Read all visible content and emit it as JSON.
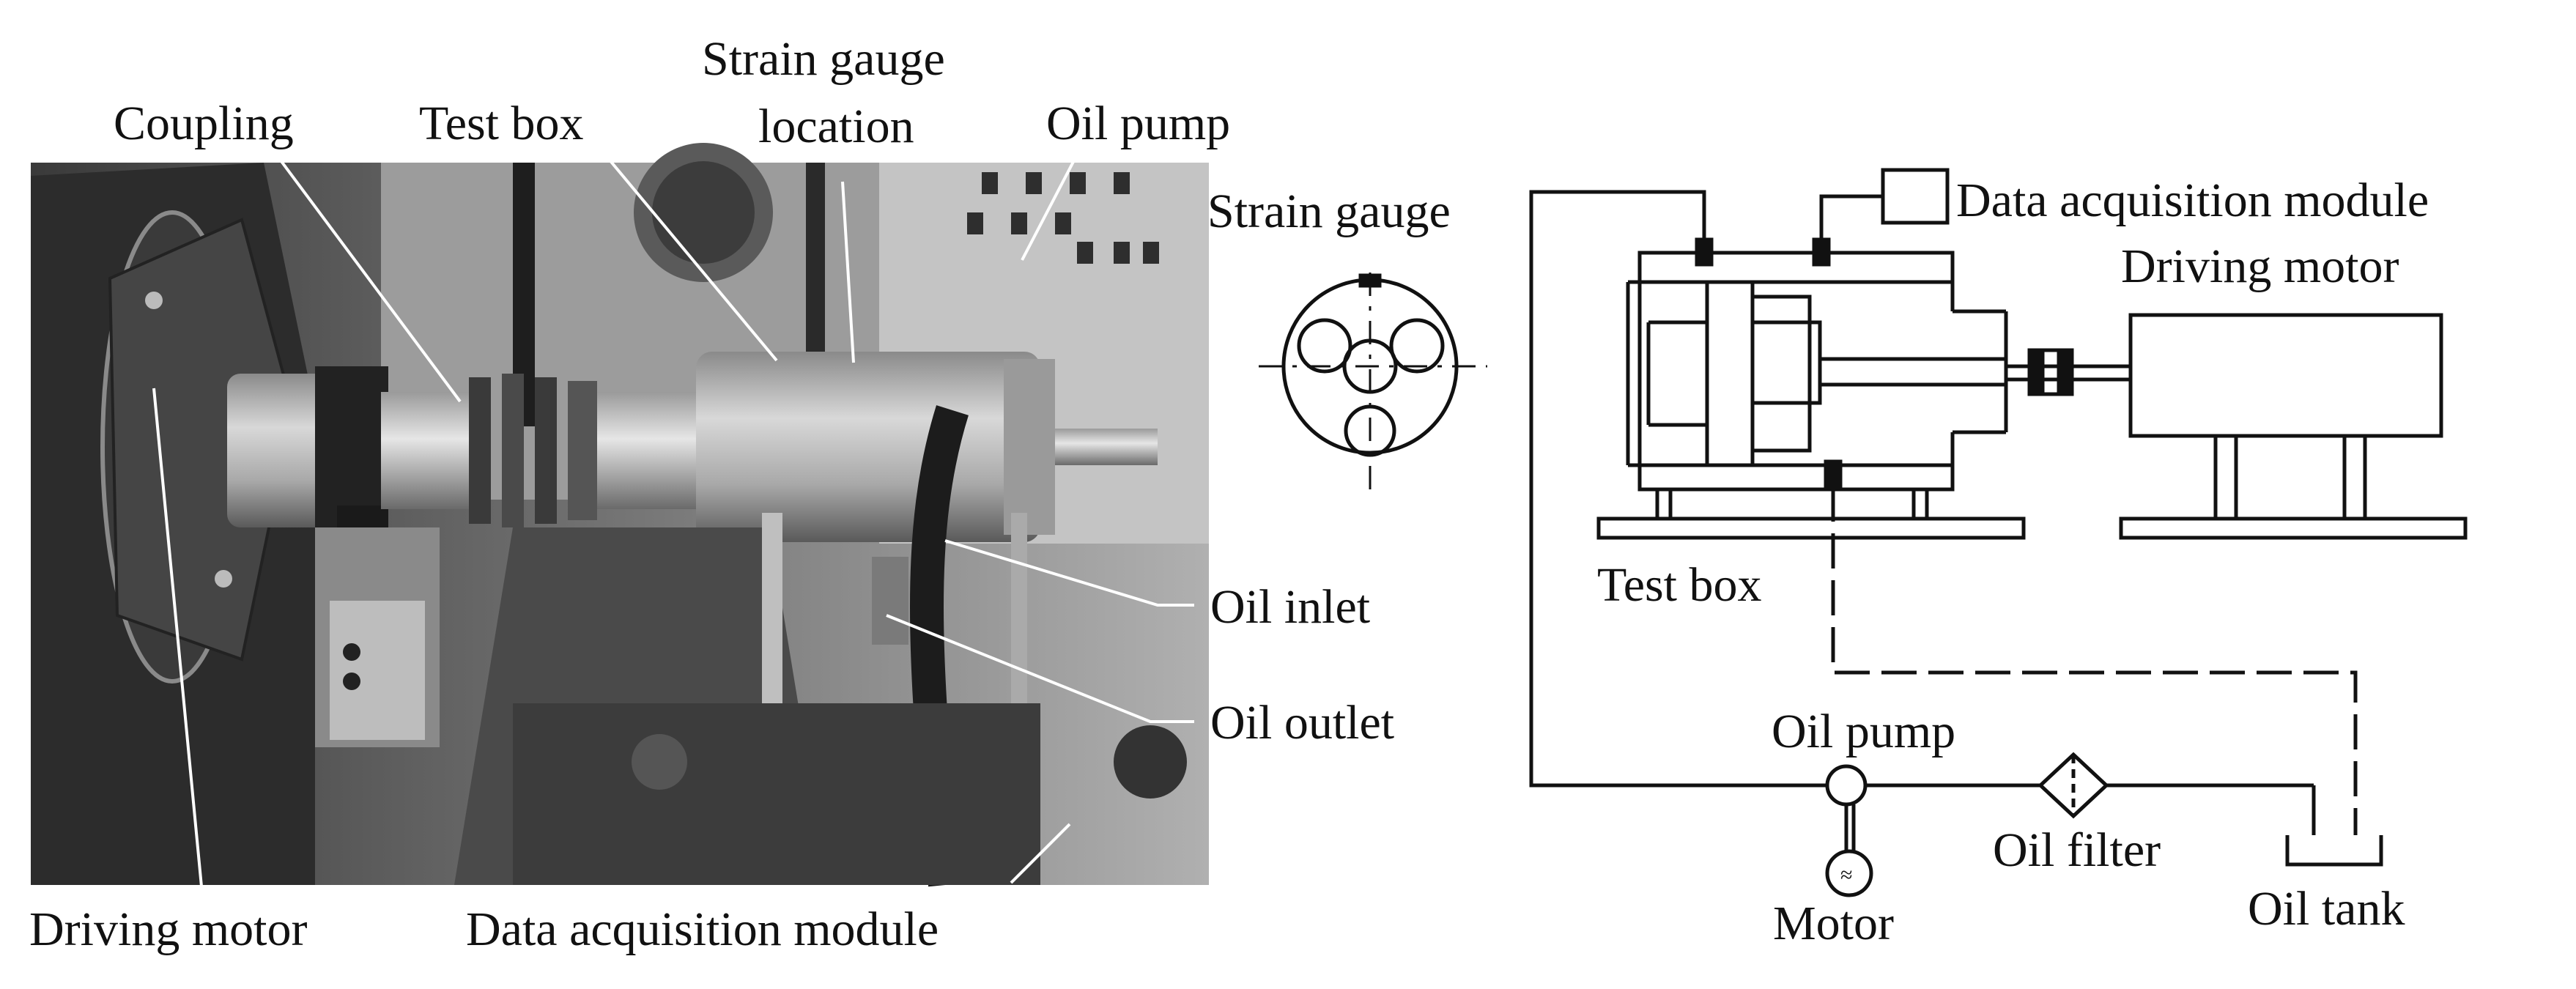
{
  "photo_panel": {
    "labels": {
      "coupling": "Coupling",
      "test_box": "Test box",
      "strain_gauge_location_line1": "Strain gauge",
      "strain_gauge_location_line2": "location",
      "oil_pump": "Oil pump",
      "oil_inlet": "Oil inlet",
      "oil_outlet": "Oil outlet",
      "driving_motor": "Driving motor",
      "data_acquisition_module": "Data acquisition module"
    }
  },
  "schematic_panel": {
    "labels": {
      "strain_gauge": "Strain gauge",
      "data_acquisition_module": "Data acquisition module",
      "driving_motor": "Driving motor",
      "test_box": "Test box",
      "oil_pump": "Oil pump",
      "oil_filter": "Oil filter",
      "motor": "Motor",
      "oil_tank": "Oil tank"
    }
  },
  "colors": {
    "line": "#111111",
    "background": "#ffffff",
    "photo_dark": "#2a2a2a",
    "photo_mid": "#7a7a7a",
    "photo_light": "#c9c9c9"
  }
}
